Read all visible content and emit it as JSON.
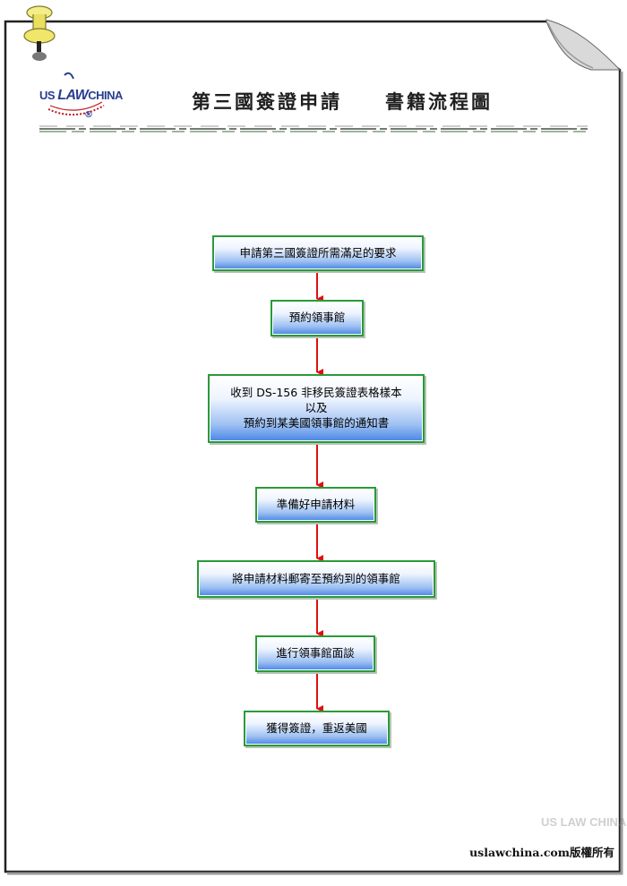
{
  "logo": {
    "us": "US",
    "law": "LAW",
    "china": "CHINA",
    "reg": "®"
  },
  "title": "第三國簽證申請　　書籍流程圖",
  "flow_steps": [
    {
      "lines": [
        "申請第三國簽證所需滿足的要求"
      ]
    },
    {
      "lines": [
        "預約領事館"
      ]
    },
    {
      "lines": [
        "收到 DS-156 非移民簽證表格樣本",
        "以及",
        "預約到某美國領事館的通知書"
      ]
    },
    {
      "lines": [
        "準備好申請材料"
      ]
    },
    {
      "lines": [
        "將申請材料郵寄至預約到的領事館"
      ]
    },
    {
      "lines": [
        "進行領事館面談"
      ]
    },
    {
      "lines": [
        "獲得簽證，重返美國"
      ]
    }
  ],
  "footer": {
    "logo_text": "US LAW CHINA",
    "copyright": "uslawchina.com版權所有"
  },
  "colors": {
    "box_border": "#2a9a3a",
    "box_gradient_bottom": "#4a85e6",
    "arrow": "#e01010",
    "brand_blue": "#2a3d8f"
  },
  "icons": {
    "pin": "pushpin-icon"
  }
}
